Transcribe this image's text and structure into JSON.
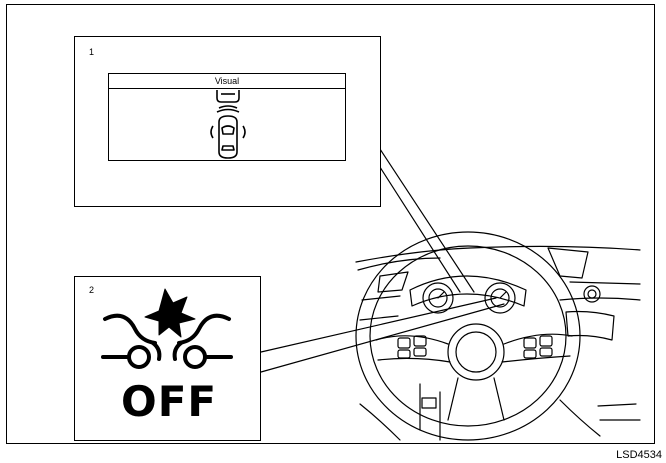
{
  "figure": {
    "callout_1_number": "1",
    "callout_2_number": "2",
    "panel_header": "Visual",
    "warning_text": "OFF",
    "figure_code": "LSD4534"
  }
}
